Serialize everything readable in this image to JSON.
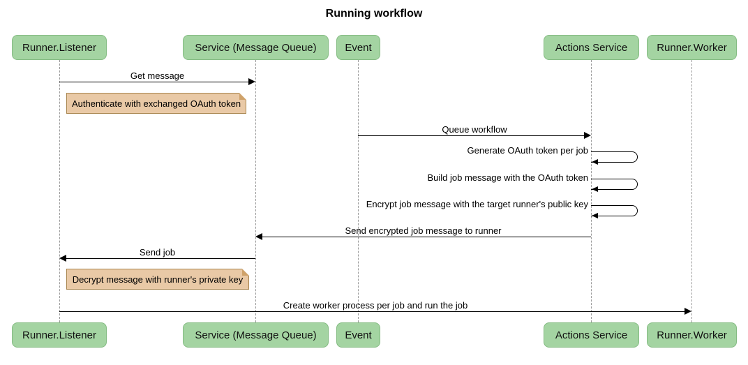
{
  "title": "Running workflow",
  "colors": {
    "participant_fill": "#a4d4a2",
    "participant_border": "#84bb82",
    "note_fill": "#e9c9a6",
    "note_border": "#a8854f",
    "lifeline": "#9a9a9a",
    "arrow": "#000000",
    "background": "#ffffff"
  },
  "participants": [
    {
      "label": "Runner.Listener"
    },
    {
      "label": "Service (Message Queue)"
    },
    {
      "label": "Event"
    },
    {
      "label": "Actions Service"
    },
    {
      "label": "Runner.Worker"
    }
  ],
  "messages": [
    {
      "label": "Get message",
      "from": "Runner.Listener",
      "to": "Service (Message Queue)",
      "type": "arrow"
    },
    {
      "label": "Queue workflow",
      "from": "Event",
      "to": "Actions Service",
      "type": "arrow"
    },
    {
      "label": "Generate OAuth token per job",
      "from": "Actions Service",
      "to": "Actions Service",
      "type": "self"
    },
    {
      "label": "Build job message with the OAuth token",
      "from": "Actions Service",
      "to": "Actions Service",
      "type": "self"
    },
    {
      "label": "Encrypt job message with the target runner's public key",
      "from": "Actions Service",
      "to": "Actions Service",
      "type": "self"
    },
    {
      "label": "Send encrypted job message to runner",
      "from": "Actions Service",
      "to": "Service (Message Queue)",
      "type": "arrow"
    },
    {
      "label": "Send job",
      "from": "Service (Message Queue)",
      "to": "Runner.Listener",
      "type": "arrow"
    },
    {
      "label": "Create worker process per job and run the job",
      "from": "Runner.Listener",
      "to": "Runner.Worker",
      "type": "arrow"
    }
  ],
  "notes": [
    {
      "label": "Authenticate with exchanged OAuth token",
      "anchor": "Runner.Listener"
    },
    {
      "label": "Decrypt message with runner's private key",
      "anchor": "Runner.Listener"
    }
  ]
}
